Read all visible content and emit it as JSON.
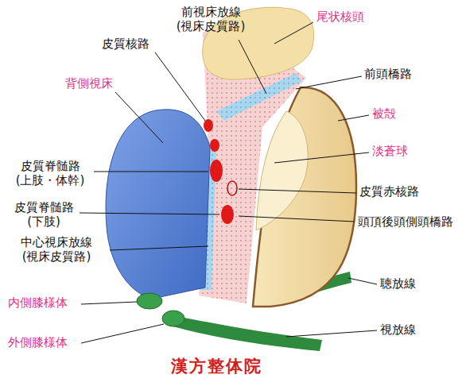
{
  "diagram": {
    "labels": [
      "前視床放線 (視床皮質路)",
      "尾状核頭",
      "皮質核路",
      "前頭橋路",
      "背側視床",
      "被殻",
      "淡蒼球",
      "皮質脊髄路 (上肢・体幹)",
      "皮質赤核路",
      "皮質脊髄路 (下肢)",
      "頭頂後頭側頭橋路",
      "中心視床放線 (視床皮質路)",
      "聴放線",
      "内側膝様体",
      "視放線",
      "外側膝様体",
      "漢方整体院"
    ]
  }
}
